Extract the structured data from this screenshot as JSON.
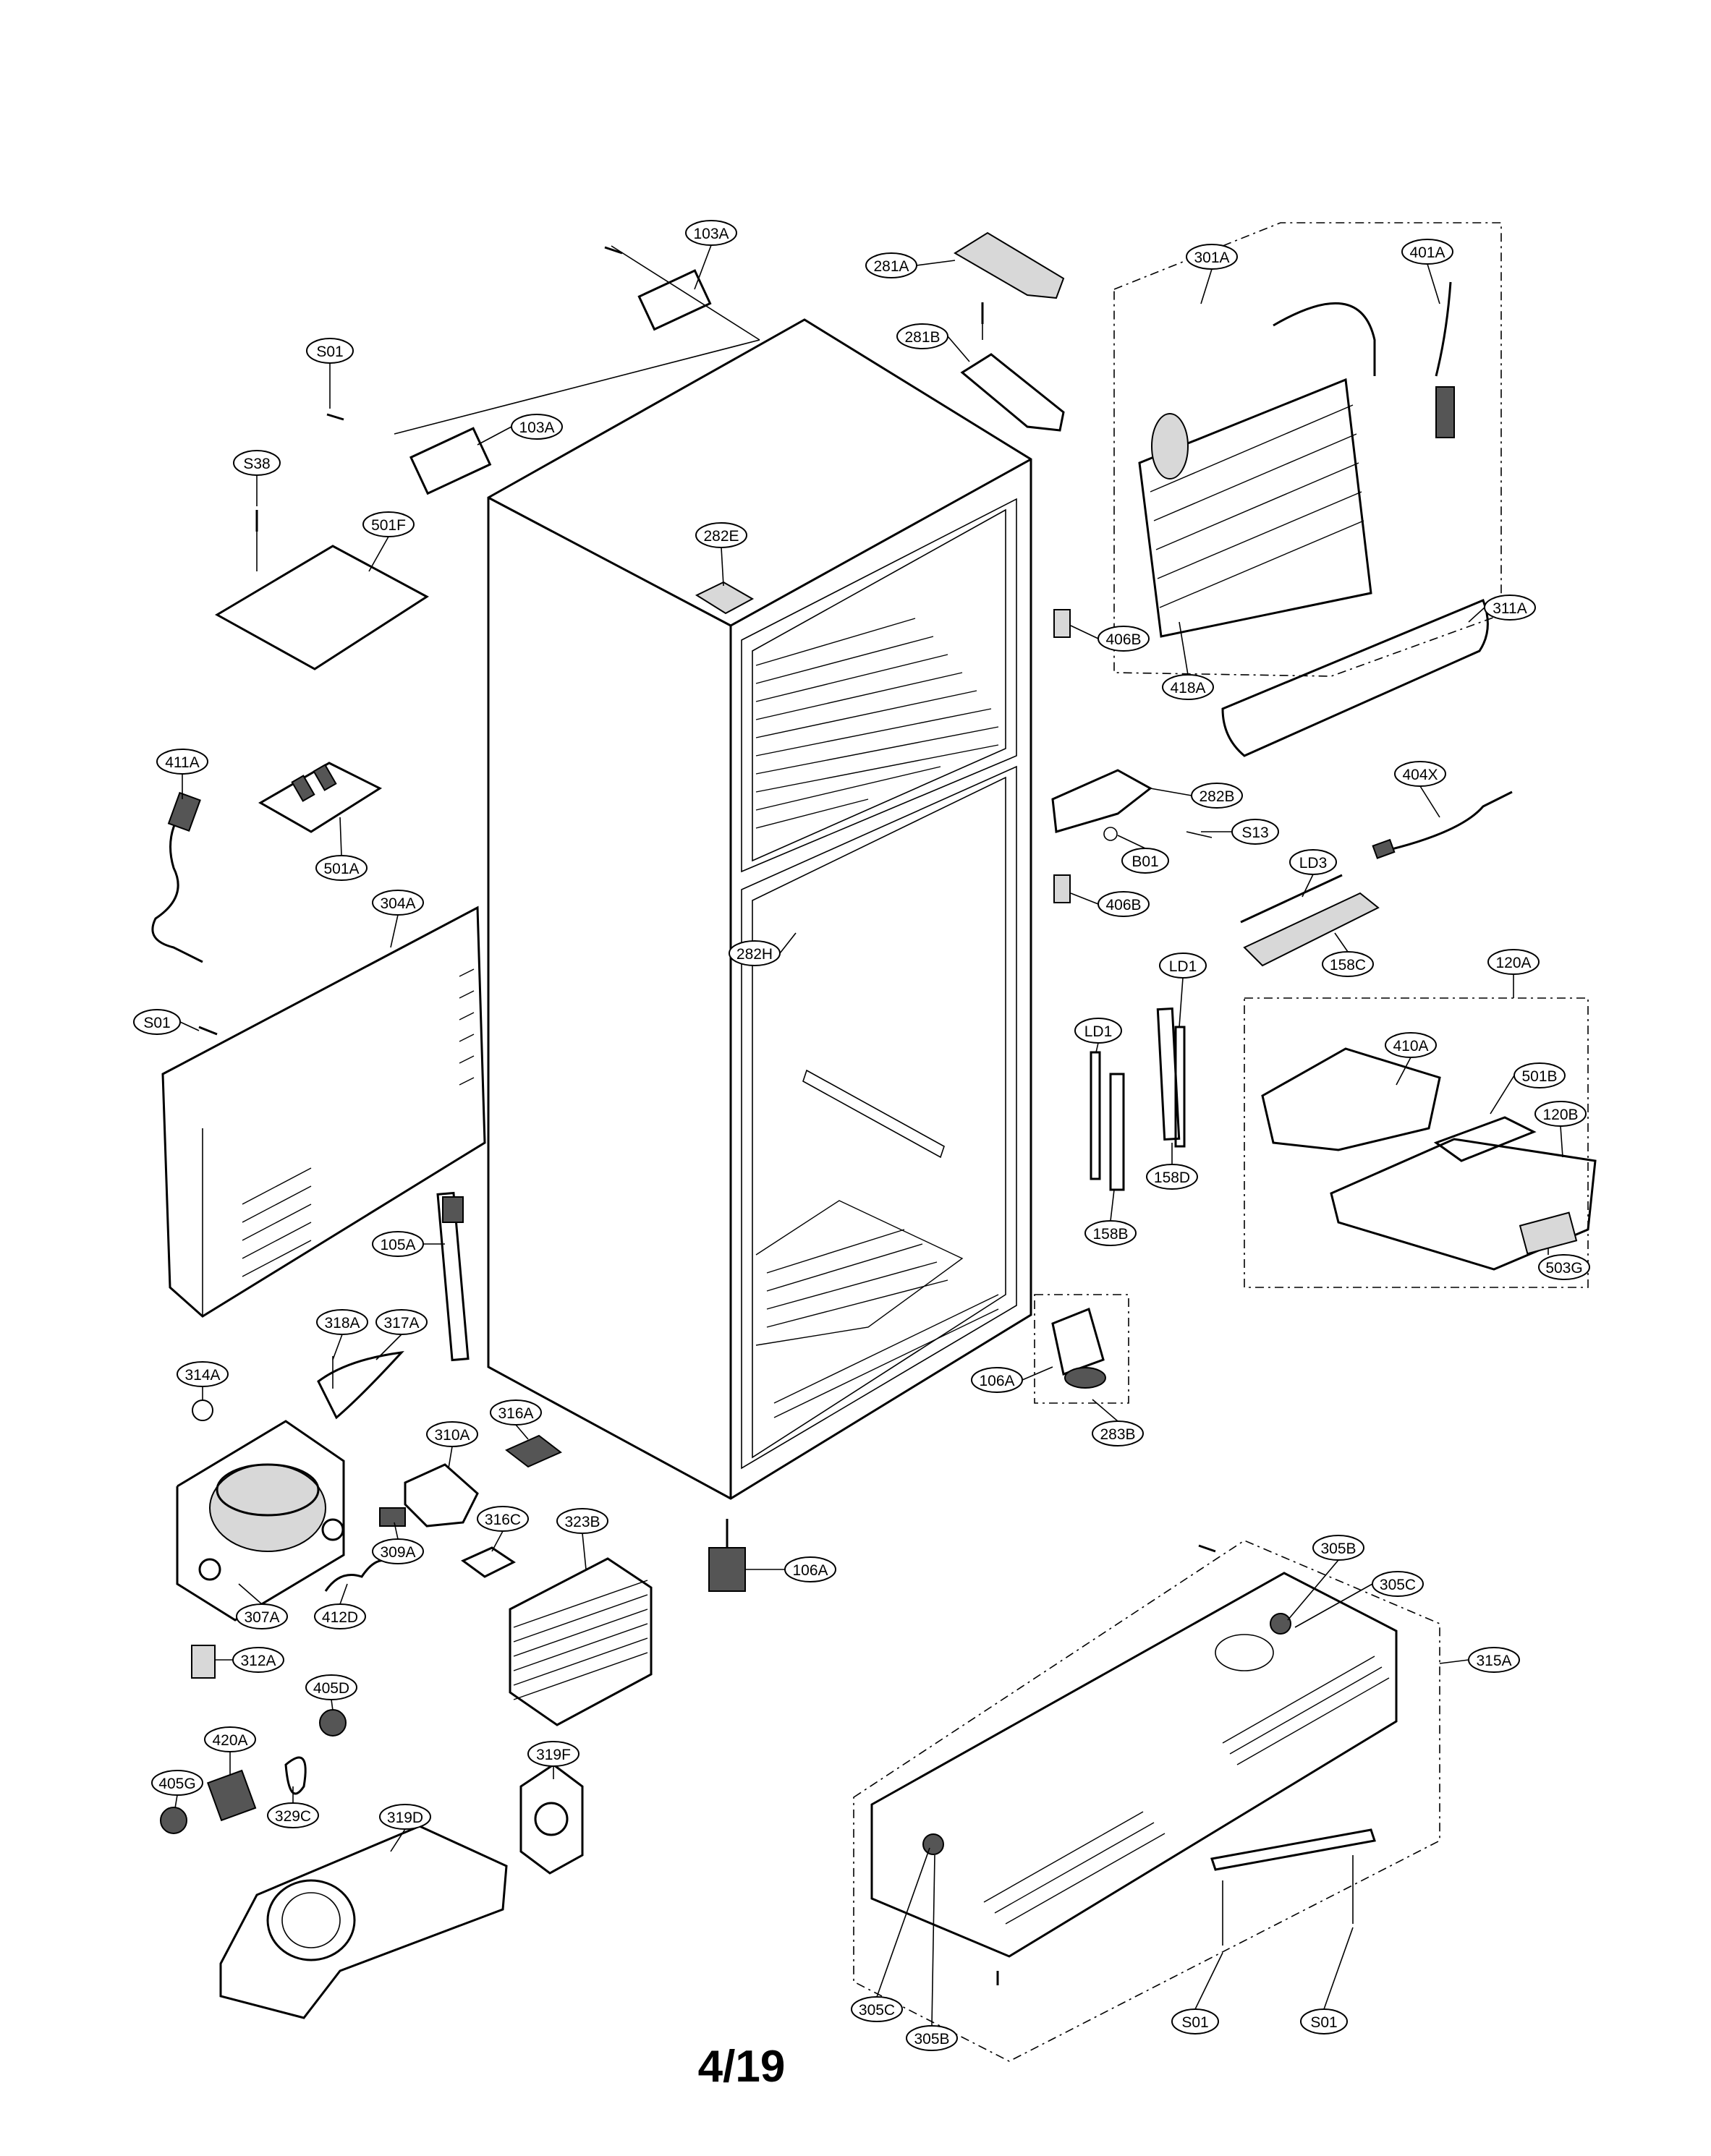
{
  "page_number": "4/19",
  "callouts": {
    "c103A_top": "103A",
    "c103A_mid": "103A",
    "c281A": "281A",
    "c281B": "281B",
    "c301A": "301A",
    "c401A": "401A",
    "cS01_top": "S01",
    "cS38": "S38",
    "c501F": "501F",
    "c282E": "282E",
    "c406B_top": "406B",
    "c418A": "418A",
    "c311A": "311A",
    "c411A": "411A",
    "c501A": "501A",
    "c282B": "282B",
    "cS13": "S13",
    "cB01": "B01",
    "c404X": "404X",
    "cLD3": "LD3",
    "c158C": "158C",
    "c406B_bot": "406B",
    "c304A": "304A",
    "c282H": "282H",
    "cLD1_right": "LD1",
    "c120A": "120A",
    "cLD1_left": "LD1",
    "c410A": "410A",
    "cS01_left": "S01",
    "c501B": "501B",
    "c120B": "120B",
    "c158D": "158D",
    "c158B": "158B",
    "c105A": "105A",
    "c503G": "503G",
    "c318A": "318A",
    "c317A": "317A",
    "c314A": "314A",
    "c106A_right": "106A",
    "c283B": "283B",
    "c316A": "316A",
    "c310A": "310A",
    "c316C": "316C",
    "c323B": "323B",
    "c309A": "309A",
    "c106A_bot": "106A",
    "c305B_top": "305B",
    "c305C_top": "305C",
    "c307A": "307A",
    "c412D": "412D",
    "c312A": "312A",
    "c315A": "315A",
    "c405D": "405D",
    "c420A": "420A",
    "c405G": "405G",
    "c329C": "329C",
    "c319F": "319F",
    "c319D": "319D",
    "c305C_bot": "305C",
    "c305B_bot": "305B",
    "cS01_br1": "S01",
    "cS01_br2": "S01"
  }
}
